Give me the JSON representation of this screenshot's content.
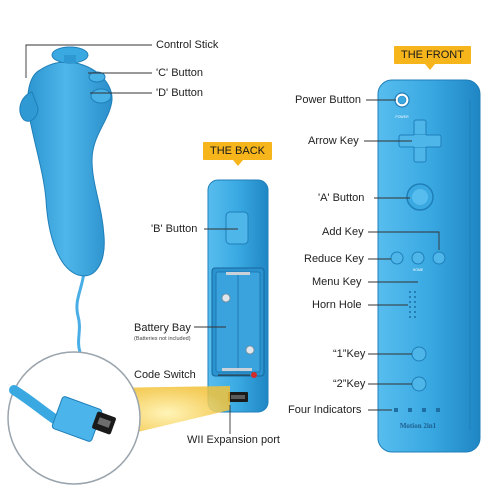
{
  "labels": {
    "control_stick": "Control Stick",
    "c_button": "'C' Button",
    "d_button": "'D' Button",
    "b_button": "'B' Button",
    "battery_bay": "Battery Bay",
    "battery_note": "(Batteries not included)",
    "code_switch": "Code Switch",
    "expansion_port": "WII Expansion port",
    "power_button": "Power Button",
    "arrow_key": "Arrow Key",
    "a_button": "'A' Button",
    "add_key": "Add Key",
    "reduce_key": "Reduce Key",
    "menu_key": "Menu Key",
    "horn_hole": "Horn Hole",
    "one_key": "“1”Key",
    "two_key": "“2”Key",
    "four_indicators": "Four Indicators"
  },
  "banners": {
    "front": "THE FRONT",
    "back": "THE BACK"
  },
  "device_text": {
    "power": "POWER",
    "home": "HOME",
    "brand": "Motion 2in1"
  },
  "colors": {
    "controller_blue": "#3aa9e2",
    "controller_dark": "#1f86c4",
    "banner_yellow": "#f7b51c",
    "callout_line": "#333333"
  }
}
